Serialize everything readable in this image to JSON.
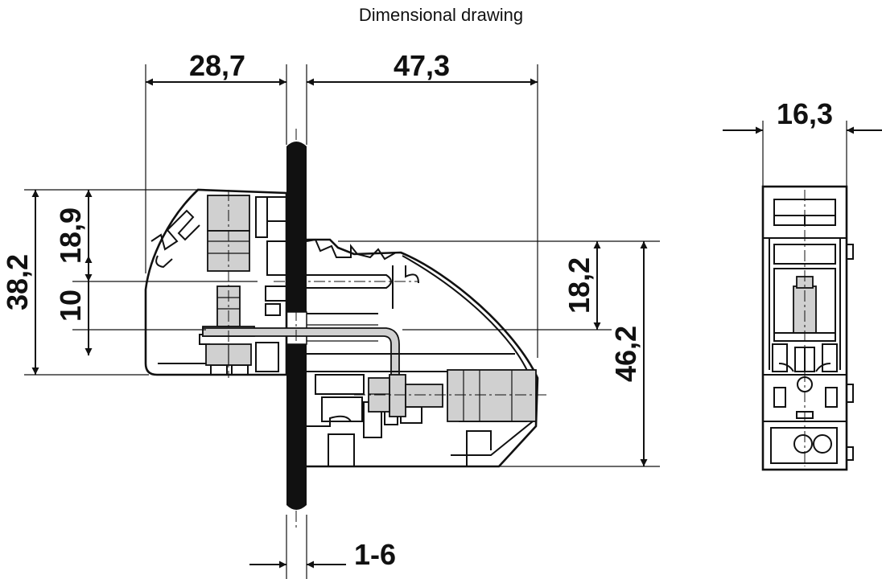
{
  "title": "Dimensional drawing",
  "dimensions": {
    "side_left_width": "28,7",
    "side_right_width": "47,3",
    "front_width": "16,3",
    "height_total_left": "38,2",
    "height_upper": "18,9",
    "height_offset": "10",
    "height_right_upper": "18,2",
    "height_total_right": "46,2",
    "panel_thickness": "1-6"
  }
}
